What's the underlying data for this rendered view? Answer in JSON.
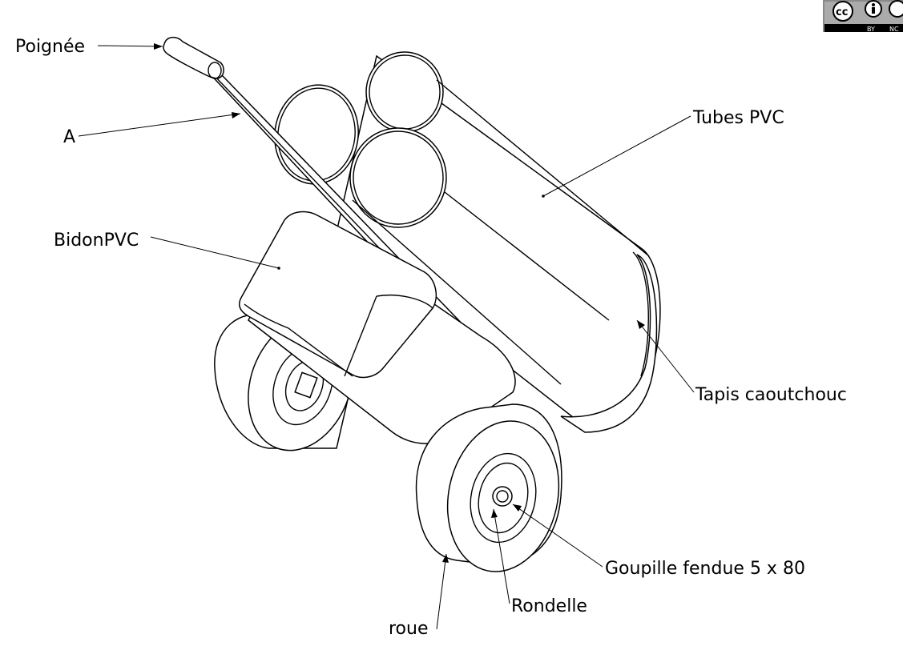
{
  "labels": {
    "poignee": "Poignée",
    "a": "A",
    "tubes_pvc": "Tubes PVC",
    "bidon_pvc": "BidonPVC",
    "tapis": "Tapis caoutchouc",
    "goupille": "Goupille fendue 5 x 80",
    "rondelle": "Rondelle",
    "roue": "roue"
  },
  "license_badge": {
    "cc": "cc",
    "by": "BY",
    "nc": "NC"
  }
}
